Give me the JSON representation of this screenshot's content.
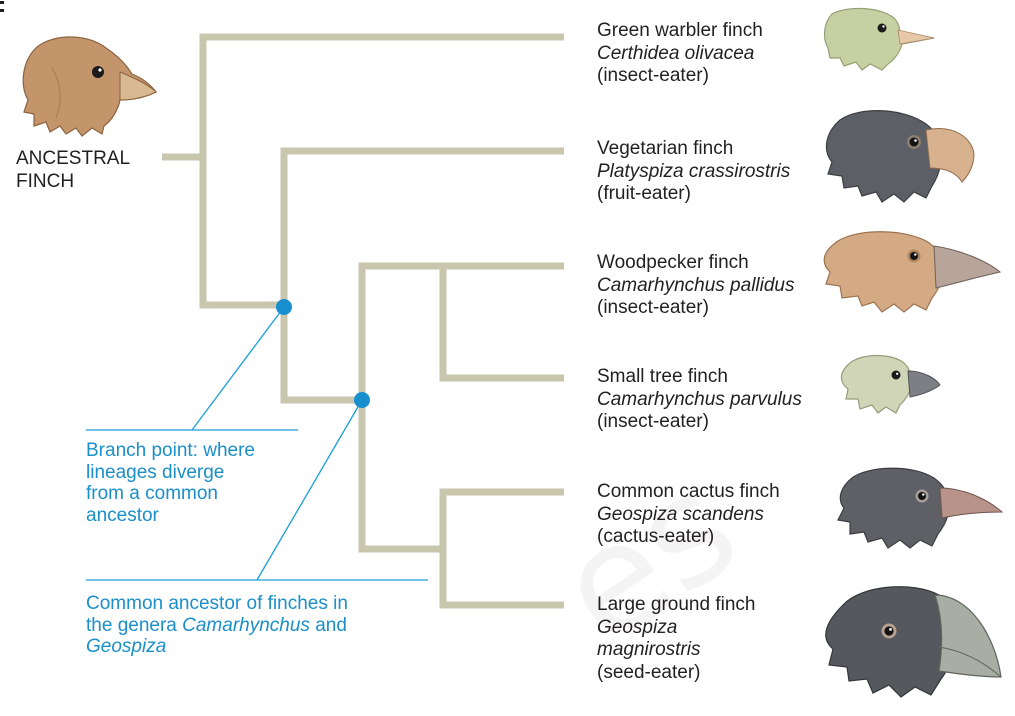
{
  "ancestor": {
    "line1": "ANCESTRAL",
    "line2": "FINCH",
    "icon": "ancestral-finch-head"
  },
  "taxa": [
    {
      "common": "Green warbler finch",
      "scientific": "Certhidea olivacea",
      "diet": "(insect-eater)",
      "icon": "green-warbler-finch-head",
      "color": "#c9d3a6"
    },
    {
      "common": "Vegetarian finch",
      "scientific": "Platyspiza crassirostris",
      "diet": "(fruit-eater)",
      "icon": "vegetarian-finch-head",
      "color": "#5d6066"
    },
    {
      "common": "Woodpecker finch",
      "scientific": "Camarhynchus pallidus",
      "diet": "(insect-eater)",
      "icon": "woodpecker-finch-head",
      "color": "#d6ae86"
    },
    {
      "common": "Small tree finch",
      "scientific": "Camarhynchus parvulus",
      "diet": "(insect-eater)",
      "icon": "small-tree-finch-head",
      "color": "#cfd6b7"
    },
    {
      "common": "Common cactus finch",
      "scientific": "Geospiza scandens",
      "diet": "(cactus-eater)",
      "icon": "common-cactus-finch-head",
      "color": "#5f6166"
    },
    {
      "common": "Large ground finch",
      "scientific_line1": "Geospiza",
      "scientific_line2": "magnirostris",
      "diet": "(seed-eater)",
      "icon": "large-ground-finch-head",
      "color": "#55585c"
    }
  ],
  "annotations": {
    "branch_point": [
      "Branch point: where",
      "lineages diverge",
      "from a common",
      "ancestor"
    ],
    "common_ancestor": {
      "line1": "Common ancestor of finches in",
      "line2_prefix": "the genera ",
      "line2_italic": "Camarhynchus",
      "line2_suffix": " and",
      "line3_italic": "Geospiza"
    }
  },
  "watermark": "es",
  "colors": {
    "tree": "#c8c6ad",
    "annotation": "#1a8fc9",
    "node": "#1a8fd0"
  }
}
